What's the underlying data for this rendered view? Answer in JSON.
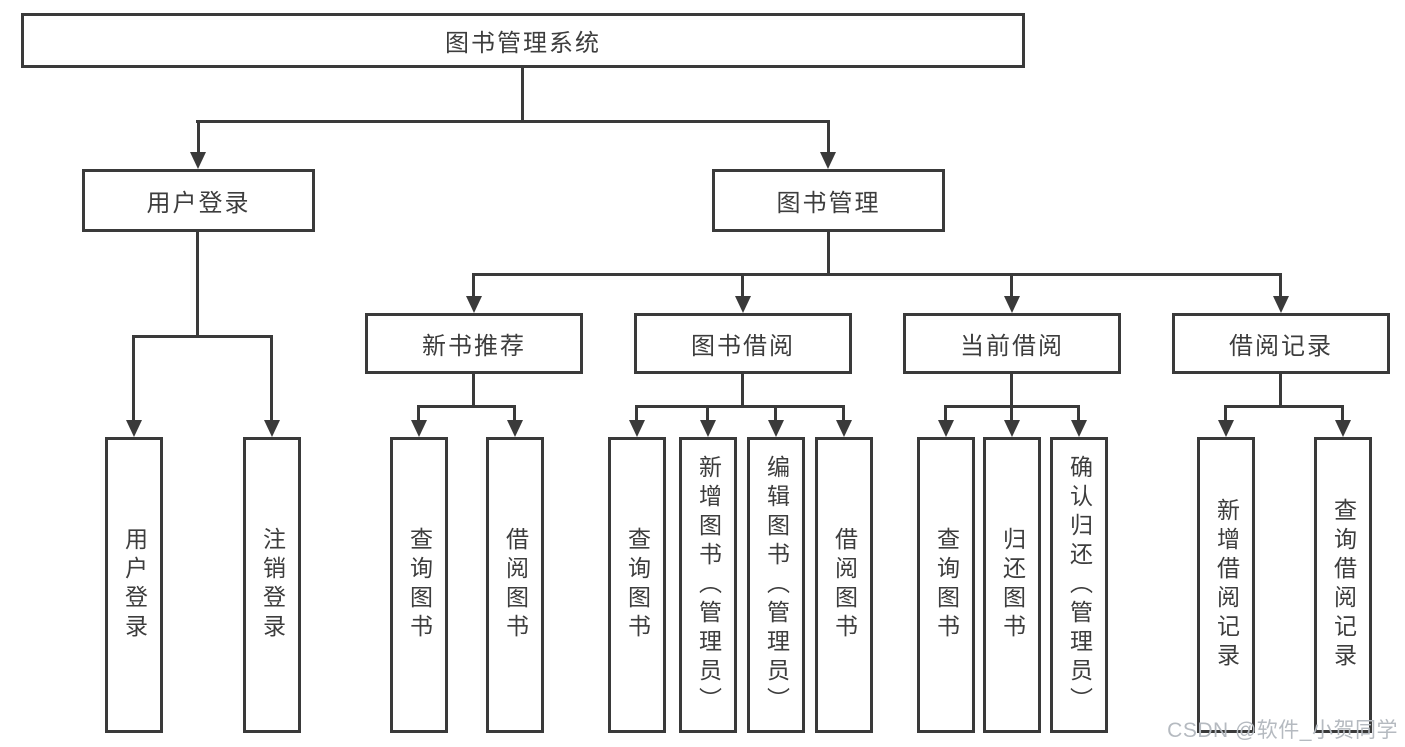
{
  "diagram": {
    "root": {
      "label": "图书管理系统"
    },
    "branches": [
      {
        "label": "用户登录",
        "children": [
          {
            "label": "用户登录"
          },
          {
            "label": "注销登录"
          }
        ]
      },
      {
        "label": "图书管理",
        "children": [
          {
            "label": "新书推荐",
            "children": [
              {
                "label": "查询图书"
              },
              {
                "label": "借阅图书"
              }
            ]
          },
          {
            "label": "图书借阅",
            "children": [
              {
                "label": "查询图书"
              },
              {
                "label": "新增图书（管理员）"
              },
              {
                "label": "编辑图书（管理员）"
              },
              {
                "label": "借阅图书"
              }
            ]
          },
          {
            "label": "当前借阅",
            "children": [
              {
                "label": "查询图书"
              },
              {
                "label": "归还图书"
              },
              {
                "label": "确认归还（管理员）"
              }
            ]
          },
          {
            "label": "借阅记录",
            "children": [
              {
                "label": "新增借阅记录"
              },
              {
                "label": "查询借阅记录"
              }
            ]
          }
        ]
      }
    ]
  },
  "watermark": {
    "text": "CSDN @软件_小贺同学"
  },
  "colors": {
    "line": "#3a3a3a",
    "text": "#3d3d3d",
    "watermark_text": "#b5bac0",
    "background": "#ffffff"
  }
}
